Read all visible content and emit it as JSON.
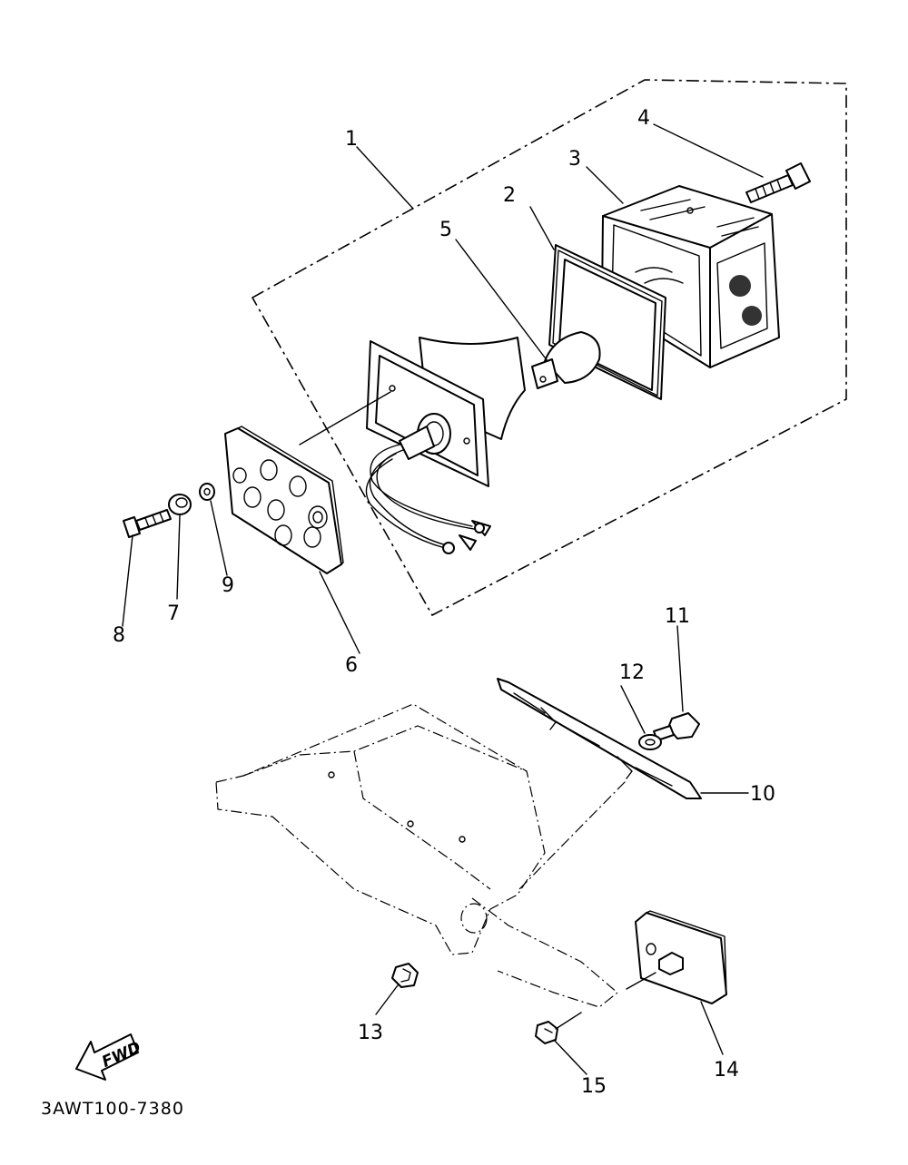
{
  "diagram": {
    "drawing_code": "3AWT100-7380",
    "fwd_label": "FWD",
    "callouts": [
      {
        "id": "1",
        "label": "1"
      },
      {
        "id": "2",
        "label": "2"
      },
      {
        "id": "3",
        "label": "3"
      },
      {
        "id": "4",
        "label": "4"
      },
      {
        "id": "5",
        "label": "5"
      },
      {
        "id": "6",
        "label": "6"
      },
      {
        "id": "7",
        "label": "7"
      },
      {
        "id": "8",
        "label": "8"
      },
      {
        "id": "9",
        "label": "9"
      },
      {
        "id": "10",
        "label": "10"
      },
      {
        "id": "11",
        "label": "11"
      },
      {
        "id": "12",
        "label": "12"
      },
      {
        "id": "13",
        "label": "13"
      },
      {
        "id": "14",
        "label": "14"
      },
      {
        "id": "15",
        "label": "15"
      }
    ]
  }
}
